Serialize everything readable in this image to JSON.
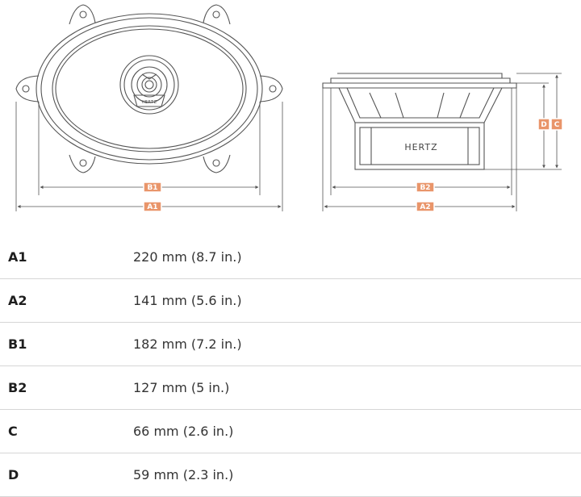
{
  "diagram": {
    "tag_color": "#e9956a",
    "line_color": "#555555",
    "front_view": {
      "dimensions": {
        "a": "A1",
        "b": "B1"
      }
    },
    "side_view": {
      "brand": "HERTZ",
      "dimensions": {
        "a": "A2",
        "b": "B2",
        "c": "C",
        "d": "D"
      }
    },
    "tweeter_brand": "HERTZ"
  },
  "specs": [
    {
      "label": "A1",
      "value": "220 mm (8.7 in.)"
    },
    {
      "label": "A2",
      "value": "141 mm (5.6 in.)"
    },
    {
      "label": "B1",
      "value": "182 mm (7.2 in.)"
    },
    {
      "label": "B2",
      "value": "127 mm (5 in.)"
    },
    {
      "label": "C",
      "value": "66 mm (2.6 in.)"
    },
    {
      "label": "D",
      "value": "59 mm (2.3 in.)"
    }
  ]
}
